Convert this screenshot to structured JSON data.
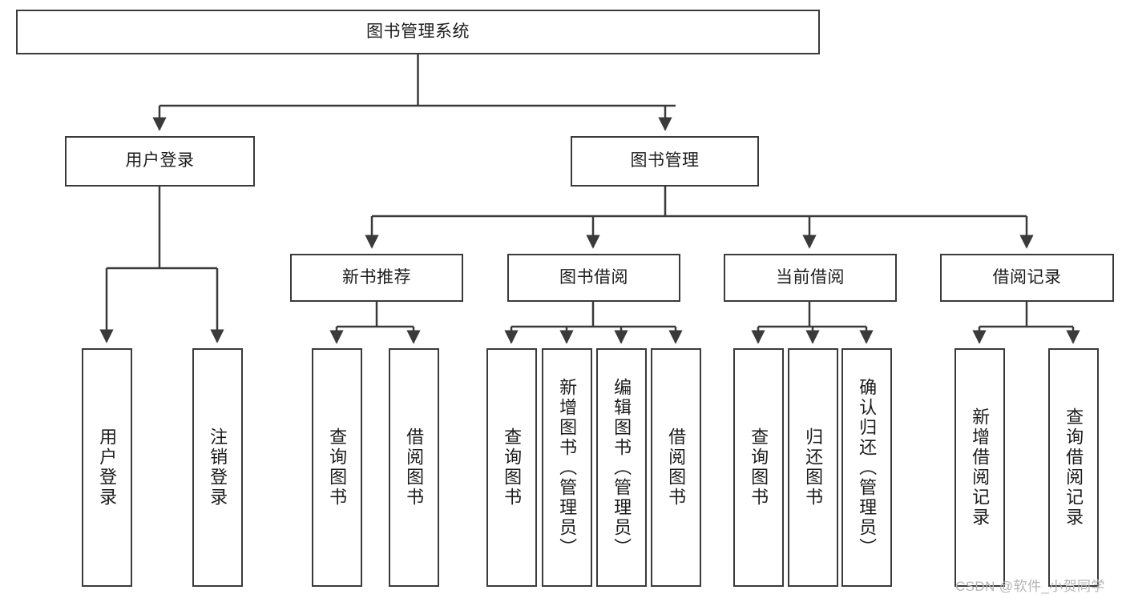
{
  "diagram": {
    "title": "图书管理系统",
    "type": "hierarchy-tree",
    "root": {
      "id": "root",
      "label": "图书管理系统"
    },
    "level2": [
      {
        "id": "user-login",
        "label": "用户登录"
      },
      {
        "id": "book-manage",
        "label": "图书管理"
      }
    ],
    "level3": [
      {
        "id": "new-book-recommend",
        "label": "新书推荐",
        "parent": "book-manage"
      },
      {
        "id": "book-borrow",
        "label": "图书借阅",
        "parent": "book-manage"
      },
      {
        "id": "current-borrow",
        "label": "当前借阅",
        "parent": "book-manage"
      },
      {
        "id": "borrow-record",
        "label": "借阅记录",
        "parent": "book-manage"
      }
    ],
    "leaves": [
      {
        "id": "leaf-user-login",
        "label": "用户登录",
        "parent": "user-login"
      },
      {
        "id": "leaf-user-logout",
        "label": "注销登录",
        "parent": "user-login"
      },
      {
        "id": "leaf-query-book-1",
        "label": "查询图书",
        "parent": "new-book-recommend"
      },
      {
        "id": "leaf-borrow-book-1",
        "label": "借阅图书",
        "parent": "new-book-recommend"
      },
      {
        "id": "leaf-query-book-2",
        "label": "查询图书",
        "parent": "book-borrow"
      },
      {
        "id": "leaf-add-book",
        "label": "新增图书（管理员）",
        "parent": "book-borrow"
      },
      {
        "id": "leaf-edit-book",
        "label": "编辑图书（管理员）",
        "parent": "book-borrow"
      },
      {
        "id": "leaf-borrow-book-2",
        "label": "借阅图书",
        "parent": "book-borrow"
      },
      {
        "id": "leaf-query-book-3",
        "label": "查询图书",
        "parent": "current-borrow"
      },
      {
        "id": "leaf-return-book",
        "label": "归还图书",
        "parent": "current-borrow"
      },
      {
        "id": "leaf-confirm-return",
        "label": "确认归还（管理员）",
        "parent": "current-borrow"
      },
      {
        "id": "leaf-add-record",
        "label": "新增借阅记录",
        "parent": "borrow-record"
      },
      {
        "id": "leaf-query-record",
        "label": "查询借阅记录",
        "parent": "borrow-record"
      }
    ],
    "colors": {
      "stroke": "#3a3a3a",
      "text": "#1c1c1c",
      "background": "#ffffff",
      "watermark": "#b4b4b4"
    }
  },
  "watermark": {
    "text": "CSDN @软件_小贺同学"
  }
}
